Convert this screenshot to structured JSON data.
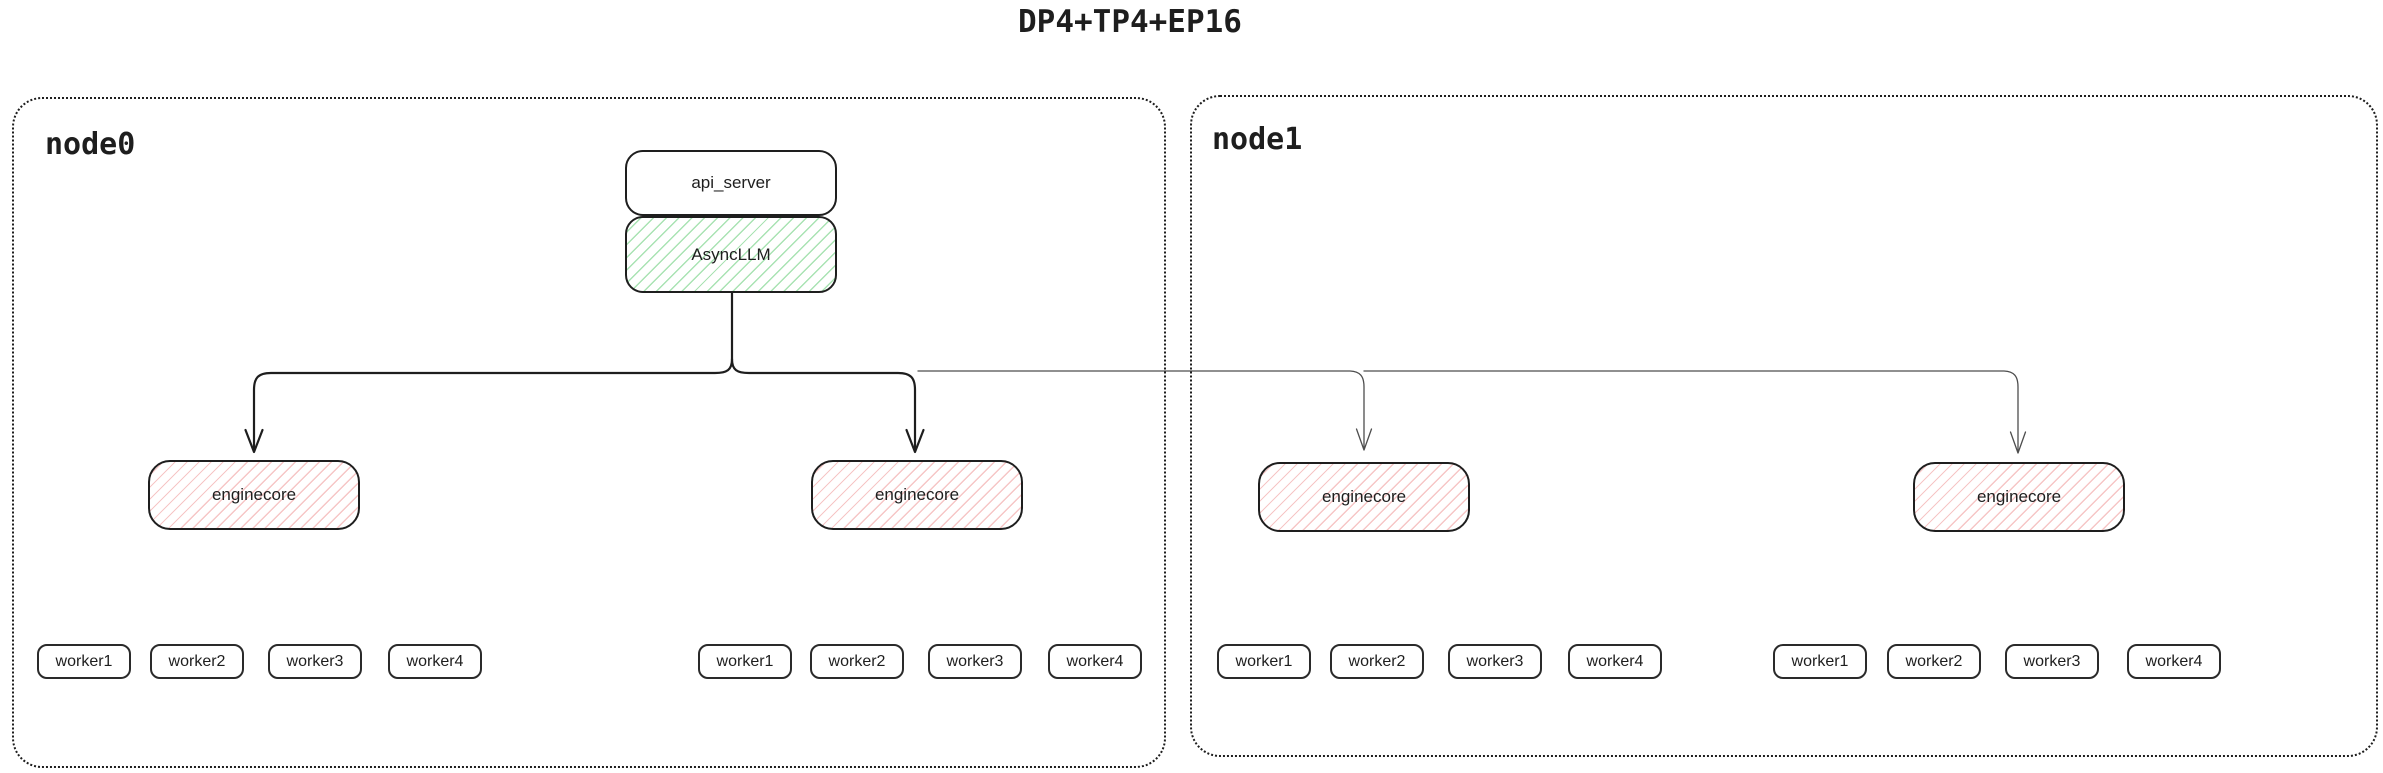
{
  "title": "DP4+TP4+EP16",
  "colors": {
    "border": "#1e1e1e",
    "green_hatch": "#40c057",
    "red_hatch": "#e03131",
    "thick_edge": "#1e1e1e",
    "thin_edge": "#4d4d4d",
    "background": "#ffffff"
  },
  "nodes": [
    {
      "label": "node0",
      "api_server_label": "api_server",
      "async_llm_label": "AsyncLLM",
      "enginecores": [
        {
          "label": "enginecore",
          "workers": [
            "worker1",
            "worker2",
            "worker3",
            "worker4"
          ]
        },
        {
          "label": "enginecore",
          "workers": [
            "worker1",
            "worker2",
            "worker3",
            "worker4"
          ]
        }
      ]
    },
    {
      "label": "node1",
      "enginecores": [
        {
          "label": "enginecore",
          "workers": [
            "worker1",
            "worker2",
            "worker3",
            "worker4"
          ]
        },
        {
          "label": "enginecore",
          "workers": [
            "worker1",
            "worker2",
            "worker3",
            "worker4"
          ]
        }
      ]
    }
  ],
  "edges": [
    {
      "from": "AsyncLLM",
      "to": "node0.enginecore1",
      "style": "thick"
    },
    {
      "from": "AsyncLLM",
      "to": "node0.enginecore2",
      "style": "thick"
    },
    {
      "from": "AsyncLLM",
      "to": "node1.enginecore1",
      "style": "thin"
    },
    {
      "from": "AsyncLLM",
      "to": "node1.enginecore2",
      "style": "thin"
    }
  ]
}
